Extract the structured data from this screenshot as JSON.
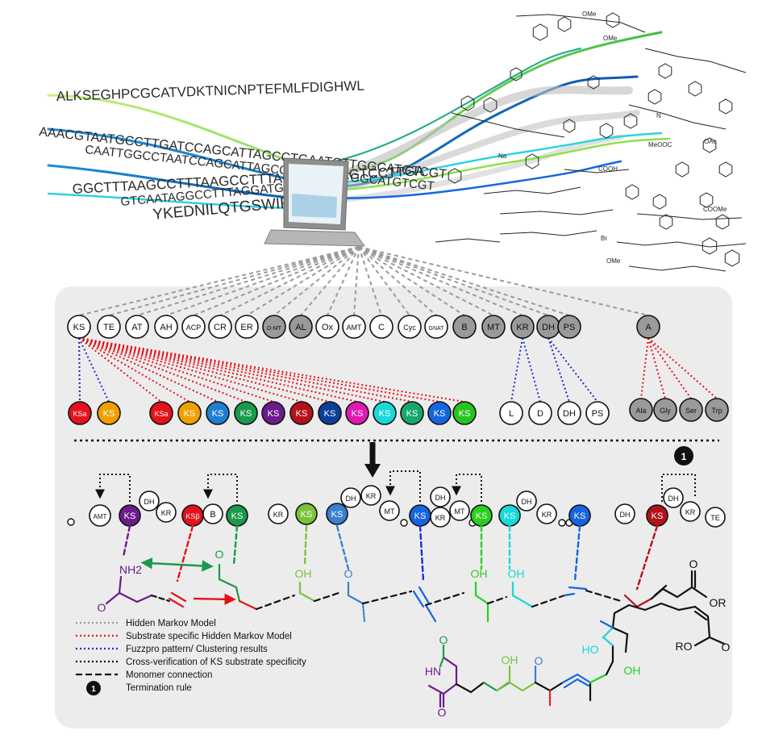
{
  "sequences": [
    {
      "text": "ALKSEGHPCGCATVDKTNICNPTEFMLFDIGHWL",
      "color": "#2a2a2a"
    },
    {
      "text": "AAACGTAATGCCTTGATCCAGCATTAGCCTGAATCTTGGCATGTCGT",
      "color": "#2a2a2a"
    },
    {
      "text": "CAATTGGCCTAATCCAGCATTAGCCTGAATCTTGGCATGTCGT",
      "color": "#2a2a2a"
    },
    {
      "text": "GGCTTTAAGCCTTTAAGCCTTTAGGATGAAGTCCTTGA",
      "color": "#2a2a2a"
    },
    {
      "text": "GTCAATAGGCCTTTAGGATGAAGTCCT",
      "color": "#2a2a2a"
    },
    {
      "text": "YKEDNILQTGSWIRYDFNY",
      "color": "#2a2a2a"
    }
  ],
  "domains_row": [
    {
      "label": "KS",
      "fill": "#ffffff"
    },
    {
      "label": "TE",
      "fill": "#ffffff"
    },
    {
      "label": "AT",
      "fill": "#ffffff"
    },
    {
      "label": "AH",
      "fill": "#ffffff"
    },
    {
      "label": "ACP",
      "fill": "#ffffff"
    },
    {
      "label": "CR",
      "fill": "#ffffff"
    },
    {
      "label": "ER",
      "fill": "#ffffff"
    },
    {
      "label": "O-MT",
      "fill": "#9a9a9a"
    },
    {
      "label": "AL",
      "fill": "#9a9a9a"
    },
    {
      "label": "Ox",
      "fill": "#ffffff"
    },
    {
      "label": "AMT",
      "fill": "#ffffff"
    },
    {
      "label": "C",
      "fill": "#ffffff"
    },
    {
      "label": "Cyc",
      "fill": "#ffffff"
    },
    {
      "label": "GNAT",
      "fill": "#ffffff"
    },
    {
      "label": "B",
      "fill": "#9a9a9a"
    },
    {
      "label": "MT",
      "fill": "#9a9a9a"
    },
    {
      "label": "KR",
      "fill": "#9a9a9a"
    },
    {
      "label": "DH",
      "fill": "#9a9a9a"
    },
    {
      "label": "PS",
      "fill": "#9a9a9a"
    },
    {
      "label": "A",
      "fill": "#9a9a9a"
    }
  ],
  "ks_row": [
    {
      "label": "KSa",
      "fill": "#e5121a"
    },
    {
      "label": "KS",
      "fill": "#f0a000"
    },
    {
      "label": "KSa",
      "fill": "#e5121a"
    },
    {
      "label": "KS",
      "fill": "#f0a000"
    },
    {
      "label": "KS",
      "fill": "#1e7fd0"
    },
    {
      "label": "KS",
      "fill": "#1a9a4a"
    },
    {
      "label": "KS",
      "fill": "#6b1c8a"
    },
    {
      "label": "KS",
      "fill": "#b3121a"
    },
    {
      "label": "KS",
      "fill": "#0d3f9a"
    },
    {
      "label": "KS",
      "fill": "#e01ab0"
    },
    {
      "label": "KS",
      "fill": "#18d8d8"
    },
    {
      "label": "KS",
      "fill": "#16a86a"
    },
    {
      "label": "KS",
      "fill": "#1565e0"
    },
    {
      "label": "KS",
      "fill": "#27c420"
    }
  ],
  "kr_row": [
    {
      "label": "L",
      "fill": "#ffffff"
    },
    {
      "label": "D",
      "fill": "#ffffff"
    },
    {
      "label": "DH",
      "fill": "#ffffff"
    },
    {
      "label": "PS",
      "fill": "#ffffff"
    }
  ],
  "a_row": [
    {
      "label": "Ala",
      "fill": "#9a9a9a"
    },
    {
      "label": "Gly",
      "fill": "#9a9a9a"
    },
    {
      "label": "Ser",
      "fill": "#9a9a9a"
    },
    {
      "label": "Trp",
      "fill": "#9a9a9a"
    }
  ],
  "assembly": {
    "termination_number": "1",
    "labels": {
      "amt": "AMT",
      "ks": "KS",
      "ksb": "KSβ",
      "dh": "DH",
      "kr": "KR",
      "b": "B",
      "mt": "MT",
      "te": "TE"
    },
    "chem": {
      "nh2": "NH2",
      "o": "O",
      "oh": "OH",
      "or": "OR"
    }
  },
  "legend": [
    {
      "label": "Hidden Markov Model",
      "color": "#9a9a9a",
      "style": "dotted"
    },
    {
      "label": "Substrate specific Hidden Markov Model",
      "color": "#e5121a",
      "style": "dotted"
    },
    {
      "label": "Fuzzpro pattern/ Clustering results",
      "color": "#1a2fd0",
      "style": "dotted"
    },
    {
      "label": "Cross-verification of KS substrate specificity",
      "color": "#111111",
      "style": "dotted"
    },
    {
      "label": "Monomer connection",
      "color": "#111111",
      "style": "dashed"
    },
    {
      "label": "Termination rule",
      "color": "#111111",
      "style": "badge",
      "badge": "1"
    }
  ],
  "product": {
    "hn": "HN",
    "o": "O",
    "oh": "OH",
    "ho": "HO",
    "ro": "RO"
  },
  "top_right_labels": {
    "ome": "OMe",
    "n": "N",
    "na": "Na",
    "br": "Br",
    "meooc": "MeOOC",
    "cooh": "COOH",
    "coome": "COOMe",
    "oac": "OAc"
  }
}
